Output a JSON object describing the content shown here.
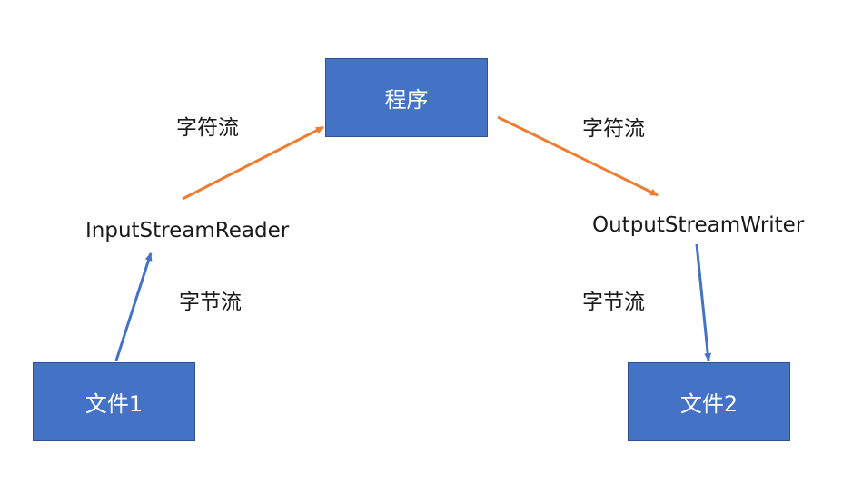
{
  "nodes": {
    "program": "程序",
    "file1": "文件1",
    "file2": "文件2"
  },
  "labels": {
    "input_reader": "InputStreamReader",
    "output_writer": "OutputStreamWriter",
    "char_stream_left": "字符流",
    "char_stream_right": "字符流",
    "byte_stream_left": "字节流",
    "byte_stream_right": "字节流"
  },
  "colors": {
    "box_fill": "#4472C4",
    "box_border": "#2F528F",
    "char_stream_arrow": "#ED7D31",
    "byte_stream_arrow": "#4472C4"
  }
}
